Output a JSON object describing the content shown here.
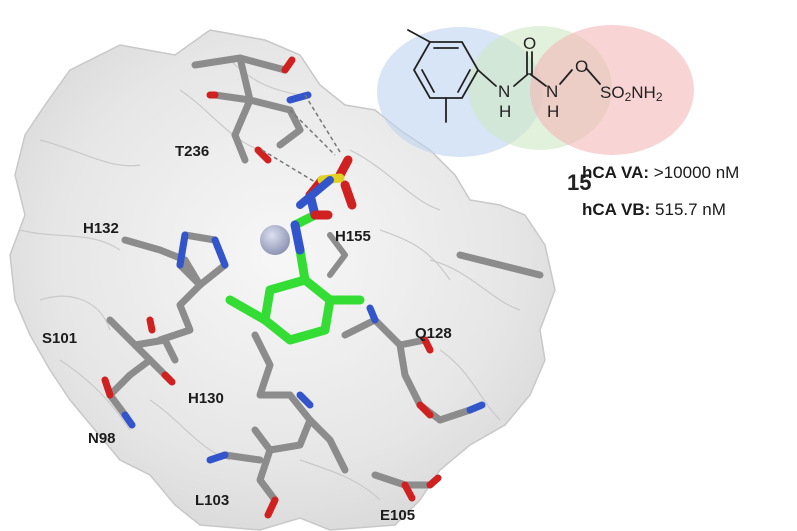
{
  "compound": {
    "number": "15",
    "activities": [
      {
        "label": "hCA VA:",
        "value": ">10000 nM"
      },
      {
        "label": "hCA VB:",
        "value": "515.7 nM"
      }
    ]
  },
  "structure": {
    "atoms": {
      "carbonyl_o": "O",
      "o_link": "O",
      "nh1_n": "N",
      "nh1_h": "H",
      "nh2_n": "N",
      "nh2_h": "H",
      "sulfonamide": {
        "a": "SO",
        "sub1": "2",
        "b": "NH",
        "sub2": "2"
      }
    },
    "circle_colors": [
      "#bcd4f0",
      "#cfe8c4",
      "#f5b8b8"
    ]
  },
  "residues": [
    {
      "id": "t236",
      "label": "T236"
    },
    {
      "id": "h132",
      "label": "H132"
    },
    {
      "id": "h155",
      "label": "H155"
    },
    {
      "id": "s101",
      "label": "S101"
    },
    {
      "id": "q128",
      "label": "Q128"
    },
    {
      "id": "h130",
      "label": "H130"
    },
    {
      "id": "n98",
      "label": "N98"
    },
    {
      "id": "l103",
      "label": "L103"
    },
    {
      "id": "e105",
      "label": "E105"
    }
  ],
  "colors": {
    "carbon": "#8c8c8c",
    "ligand_carbon": "#33dd33",
    "nitrogen": "#3355cc",
    "oxygen": "#d02020",
    "sulfur": "#e0d020",
    "zinc": "#9aa0c0",
    "surface": "#ececec"
  }
}
